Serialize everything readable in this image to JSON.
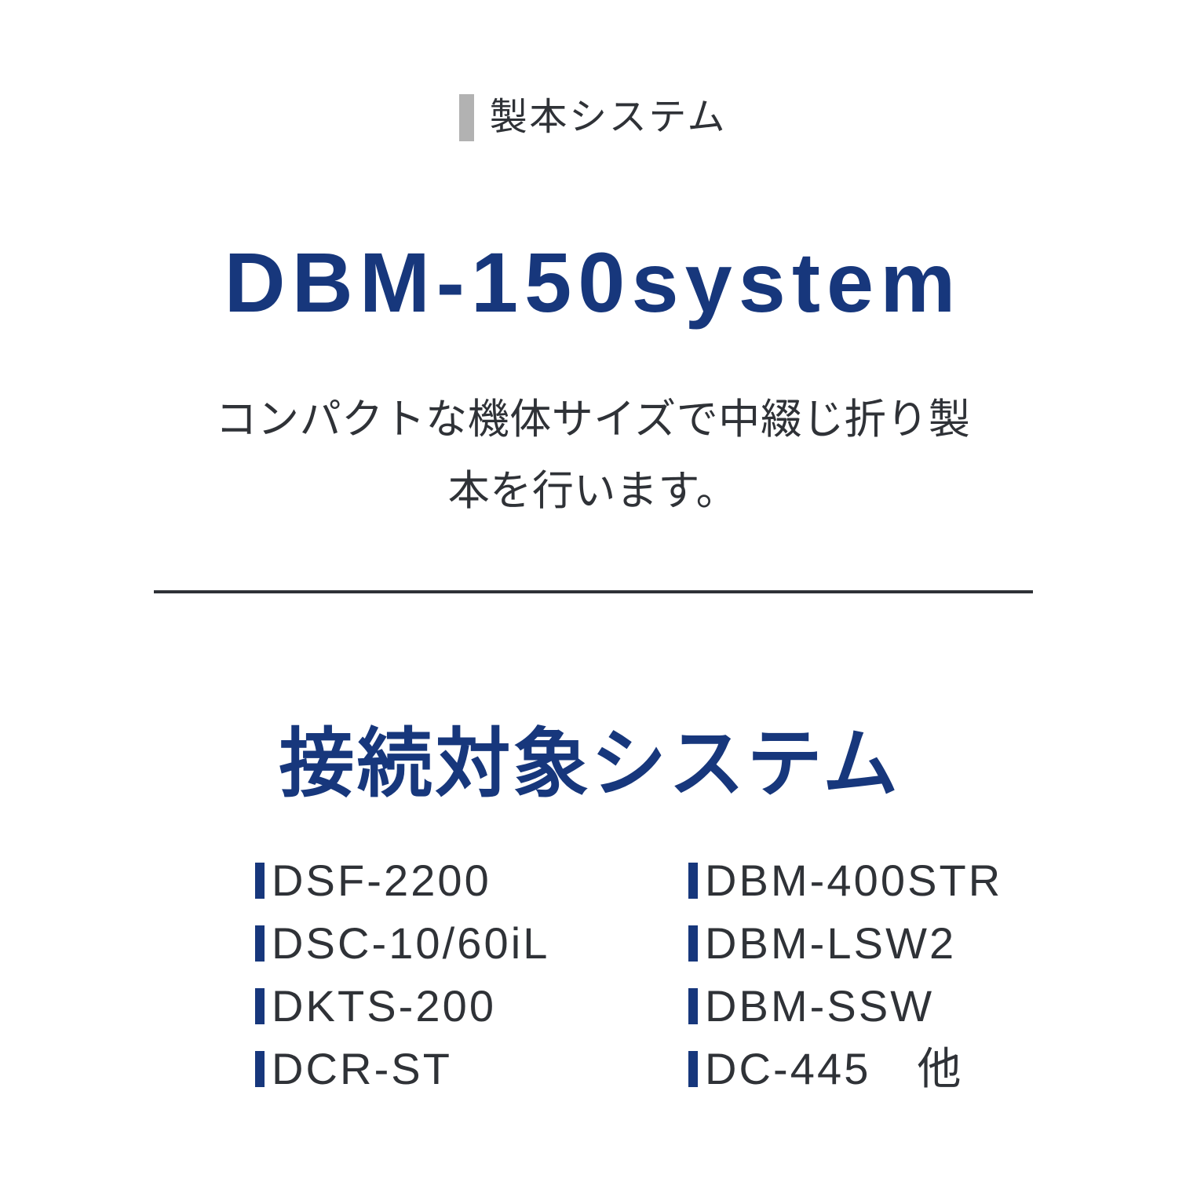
{
  "theme": {
    "background": "#ffffff",
    "brand_blue": "#17377c",
    "text_dark": "#2f3237",
    "eyebrow_bar_gray": "#b2b2b2"
  },
  "header": {
    "eyebrow_marker": "gray-bar-marker",
    "eyebrow_label": "製本システム",
    "product_title": "DBM-150system",
    "lead_description": "コンパクトな機体サイズで中綴じ折り製本を行います。"
  },
  "divider": {
    "name": "horizontal-rule"
  },
  "section": {
    "heading": "接続対象システム",
    "columns": [
      {
        "name": "left",
        "items": [
          {
            "marker": "blue-bar-bullet",
            "label": "DSF-2200"
          },
          {
            "marker": "blue-bar-bullet",
            "label": "DSC-10/60iL"
          },
          {
            "marker": "blue-bar-bullet",
            "label": "DKTS-200"
          },
          {
            "marker": "blue-bar-bullet",
            "label": "DCR-ST"
          }
        ]
      },
      {
        "name": "right",
        "items": [
          {
            "marker": "blue-bar-bullet",
            "label": "DBM-400STR"
          },
          {
            "marker": "blue-bar-bullet",
            "label": "DBM-LSW2"
          },
          {
            "marker": "blue-bar-bullet",
            "label": "DBM-SSW"
          },
          {
            "marker": "blue-bar-bullet",
            "label": "DC-445　他"
          }
        ]
      }
    ]
  }
}
